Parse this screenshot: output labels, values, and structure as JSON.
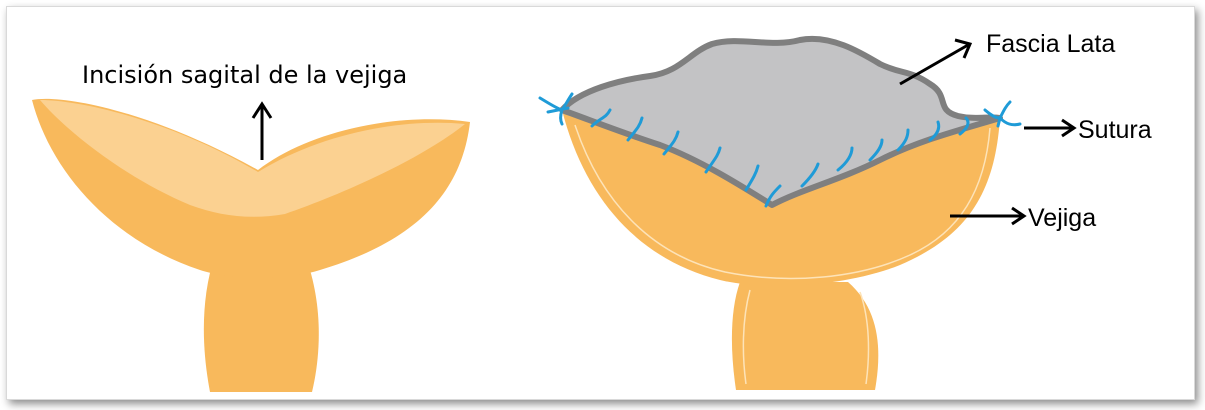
{
  "labels": {
    "incision": "Incisión sagital de la vejiga",
    "fascia": "Fascia Lata",
    "sutura": "Sutura",
    "vejiga": "Vejiga"
  },
  "colors": {
    "bladder": "#f8b95c",
    "bladder_light": "#fbd191",
    "bladder_edge": "#fde3b8",
    "fascia_fill": "#c3c3c5",
    "fascia_edge": "#7f7f7f",
    "suture": "#1f9bd7",
    "arrow": "#000000"
  }
}
